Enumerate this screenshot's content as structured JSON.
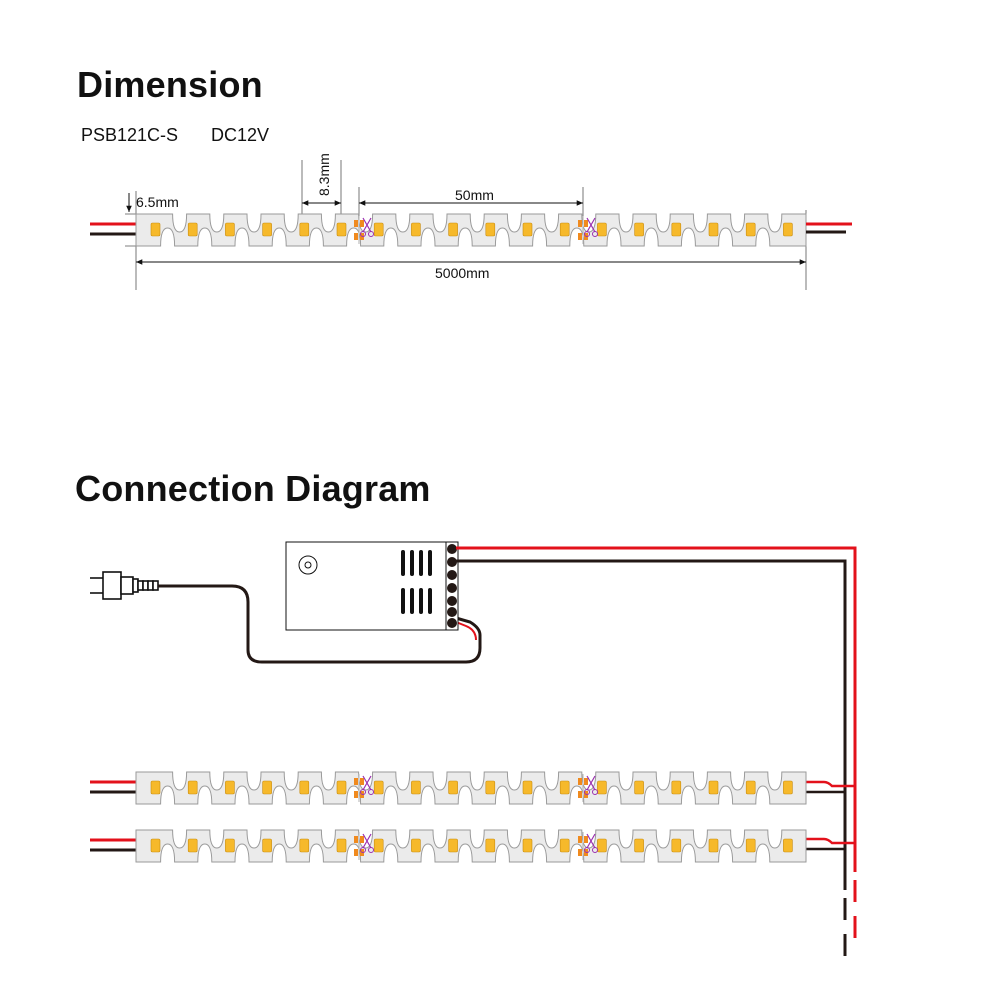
{
  "dimension": {
    "title": "Dimension",
    "model": "PSB121C-S",
    "voltage": "DC12V",
    "labels": {
      "width": "6.5mm",
      "led_pitch": "8.3mm",
      "cut_length": "50mm",
      "total_length": "5000mm"
    }
  },
  "connection": {
    "title": "Connection Diagram"
  },
  "colors": {
    "wire_red": "#e3111b",
    "wire_black": "#231815",
    "strip_body": "#ebebeb",
    "led_amber": "#f6b92b",
    "pad_orange": "#f08a1e",
    "scissors_purple": "#9b2fb0"
  },
  "icons": [
    "plug-icon",
    "power-supply-icon",
    "scissors-icon",
    "led-chip-icon"
  ]
}
